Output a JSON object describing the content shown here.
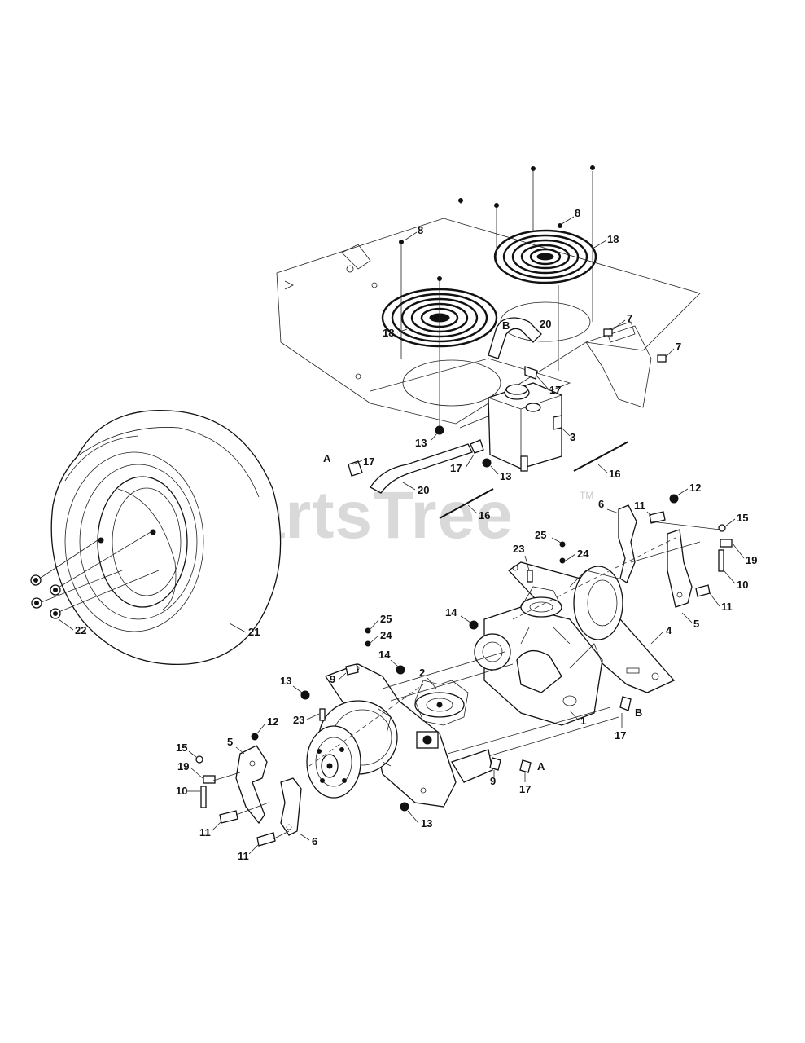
{
  "watermark": {
    "text": "PartsTree",
    "trademark": "TM"
  },
  "callouts": {
    "upper": {
      "fan_screen_screw_left": "8",
      "fan_screen_screw_right": "8",
      "fan_screen_left": "18",
      "fan_screen_right": "18",
      "bolt_upper_right_a": "7",
      "bolt_upper_right_b": "7",
      "hose_upper": "20",
      "ref_b_upper": "B",
      "clip_upper": "17",
      "reservoir": "3",
      "nut_upper_left": "13",
      "nut_upper_mid": "13",
      "clip_mid": "17",
      "ref_a_upper": "A",
      "clip_upper_left": "17",
      "hose_lower": "20",
      "rod_right": "16",
      "rod_left": "16"
    },
    "wheel": {
      "tire": "21",
      "lug_nut": "22"
    },
    "transaxle": {
      "transaxle": "1",
      "fan": "2",
      "bracket_rear": "4",
      "bracket_plate_right": "5",
      "bracket_plate_left": "5",
      "arm_right": "6",
      "arm_left": "6",
      "bolt_9_top": "9",
      "bolt_9_bottom": "9",
      "pin_10_right": "10",
      "pin_10_left": "10",
      "bolt_11_rt_top": "11",
      "bolt_11_rt_bot": "11",
      "bolt_11_lf_a": "11",
      "bolt_11_lf_b": "11",
      "nut_12_right": "12",
      "nut_12_left": "12",
      "nut_13_a": "13",
      "nut_13_b": "13",
      "nut_14_a": "14",
      "nut_14_b": "14",
      "washer_15_right": "15",
      "washer_15_left": "15",
      "clip_17_b": "17",
      "ref_b": "B",
      "clip_17_a": "17",
      "ref_a": "A",
      "spring_19_right": "19",
      "spring_19_left": "19",
      "stud_23_a": "23",
      "stud_23_b": "23",
      "washer_24_a": "24",
      "washer_24_b": "24",
      "cap_25_a": "25",
      "cap_25_b": "25"
    }
  }
}
